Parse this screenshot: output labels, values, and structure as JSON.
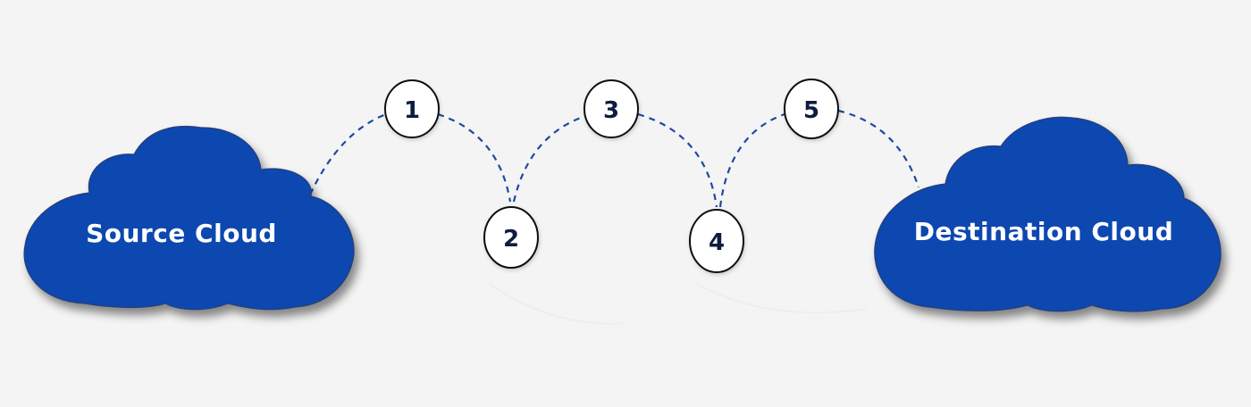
{
  "colors": {
    "background": "#f4f4f4",
    "cloud_fill": "#0747b0",
    "connector": "#1f49a0",
    "step_text": "#0d1e3f",
    "cloud_text": "#ffffff"
  },
  "source_cloud": {
    "label": "Source Cloud"
  },
  "destination_cloud": {
    "label": "Destination Cloud"
  },
  "steps": [
    {
      "label": "1"
    },
    {
      "label": "2"
    },
    {
      "label": "3"
    },
    {
      "label": "4"
    },
    {
      "label": "5"
    }
  ]
}
